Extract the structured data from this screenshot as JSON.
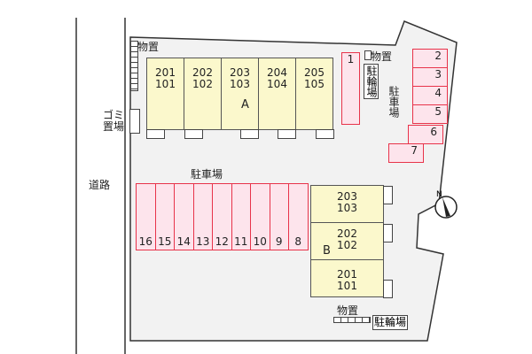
{
  "road_label": "道路",
  "garbage_label": "ゴミ置場",
  "parking_label": "駐車場",
  "storage_label": "物置",
  "bike_parking_label": "駐輪場",
  "building_a": {
    "label": "A",
    "units": [
      "201\n101",
      "202\n102",
      "203\n103",
      "204\n104",
      "205\n105"
    ]
  },
  "building_b": {
    "label": "B",
    "units": [
      "203\n103",
      "202\n102",
      "201\n101"
    ]
  },
  "parking_spaces_bottom": [
    "16",
    "15",
    "14",
    "13",
    "12",
    "11",
    "10",
    "9",
    "8"
  ],
  "parking_spaces_right": [
    "1",
    "2",
    "3",
    "4",
    "5",
    "6",
    "7"
  ],
  "compass": "N",
  "colors": {
    "parking_fill": "#fde4ec",
    "parking_border": "#e8334a",
    "building_fill": "#fbf8cc",
    "lot_fill": "#f2f2f2"
  }
}
